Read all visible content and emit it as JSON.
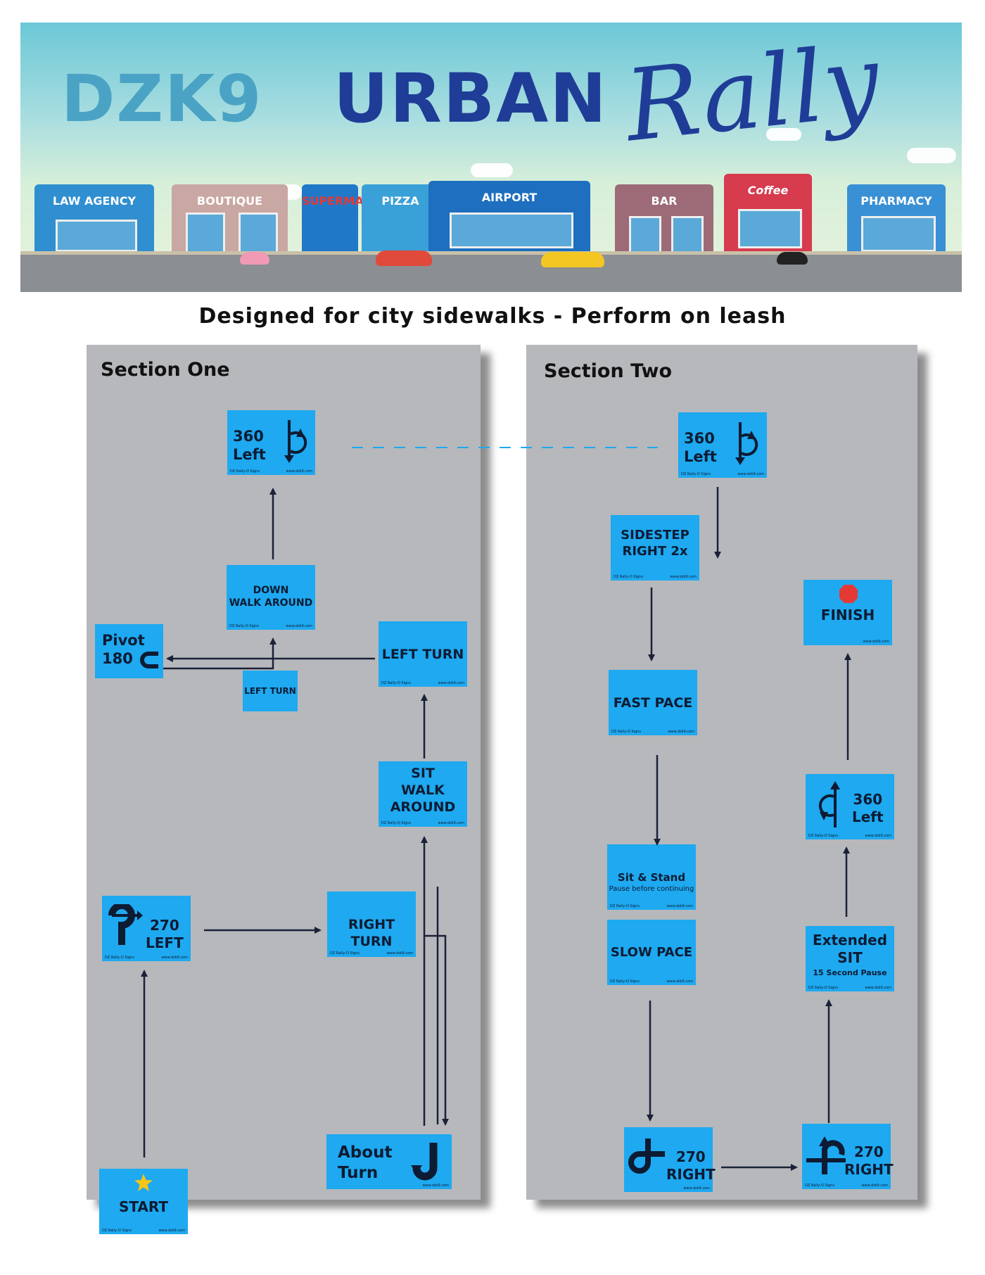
{
  "banner": {
    "brand": "DZK9",
    "title": "URBAN",
    "script": "Rally",
    "shops": [
      "LAW AGENCY",
      "BOUTIQUE",
      "SUPERMARKET",
      "PIZZA",
      "AIRPORT",
      "BAR",
      "Coffee",
      "PHARMACY"
    ]
  },
  "subtitle": "Designed for city sidewalks - Perform on leash",
  "sections": {
    "one": "Section One",
    "two": "Section Two"
  },
  "signs": {
    "s1_360_a": "360",
    "s1_360_b": "Left",
    "down_a": "DOWN",
    "down_b": "WALK AROUND",
    "pivot_a": "Pivot",
    "pivot_b": "180",
    "left_turn_small": "LEFT TURN",
    "left_turn": "LEFT TURN",
    "sit_a": "SIT",
    "sit_b": "WALK",
    "sit_c": "AROUND",
    "l270_a": "270",
    "l270_b": "LEFT",
    "right_turn": "RIGHT TURN",
    "about_a": "About",
    "about_b": "Turn",
    "start": "START",
    "s2_360_a": "360",
    "s2_360_b": "Left",
    "sidestep_a": "SIDESTEP",
    "sidestep_b": "RIGHT 2x",
    "fast": "FAST PACE",
    "sitstand_a": "Sit & Stand",
    "sitstand_b": "Pause before continuing",
    "slow": "SLOW PACE",
    "r270a_a": "270",
    "r270a_b": "RIGHT",
    "r270b_a": "270",
    "r270b_b": "RIGHT",
    "ext_a": "Extended",
    "ext_b": "SIT",
    "ext_c": "15 Second Pause",
    "s2_360b_a": "360",
    "s2_360b_b": "Left",
    "finish": "FINISH"
  },
  "colors": {
    "sign": "#1ea9f0",
    "ink": "#0d1b33",
    "panel": "#b7b8bc",
    "finish_octagon": "#e53935",
    "start_star": "#f5c518"
  }
}
